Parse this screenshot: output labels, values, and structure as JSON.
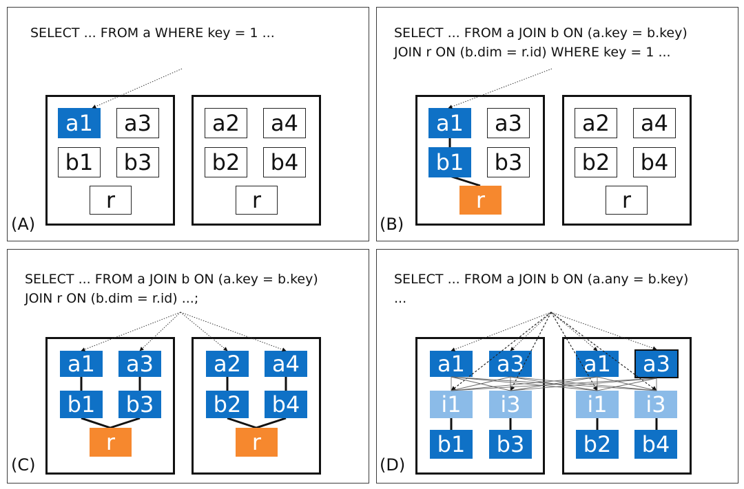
{
  "panels": [
    {
      "id": "A",
      "label": "(A)",
      "sql": [
        "SELECT ... FROM a WHERE key = 1 ..."
      ]
    },
    {
      "id": "B",
      "label": "(B)",
      "sql": [
        "SELECT ... FROM a JOIN b ON (a.key = b.key)",
        "JOIN r ON (b.dim = r.id) WHERE key = 1 ..."
      ]
    },
    {
      "id": "C",
      "label": "(C)",
      "sql": [
        "SELECT ... FROM a JOIN b ON (a.key = b.key)",
        "JOIN r ON (b.dim = r.id) ...;"
      ]
    },
    {
      "id": "D",
      "label": "(D)",
      "sql": [
        "SELECT ... FROM a JOIN b ON (a.any = b.key)",
        "..."
      ]
    }
  ],
  "nodes": {
    "A": {
      "left": [
        "a1",
        "a3",
        "b1",
        "b3",
        "r"
      ],
      "right": [
        "a2",
        "a4",
        "b2",
        "b4",
        "r"
      ]
    },
    "B": {
      "left": [
        "a1",
        "a3",
        "b1",
        "b3",
        "r"
      ],
      "right": [
        "a2",
        "a4",
        "b2",
        "b4",
        "r"
      ]
    },
    "C": {
      "left": [
        "a1",
        "a3",
        "b1",
        "b3",
        "r"
      ],
      "right": [
        "a2",
        "a4",
        "b2",
        "b4",
        "r"
      ]
    },
    "D": {
      "left": [
        "a1",
        "a3",
        "i1",
        "i3",
        "b1",
        "b3"
      ],
      "right": [
        "a1",
        "a3",
        "i1",
        "i3",
        "b2",
        "b4"
      ]
    }
  },
  "colors": {
    "blue": "#0f71c6",
    "lightblue": "#8bbbe8",
    "orange": "#f6882e"
  }
}
